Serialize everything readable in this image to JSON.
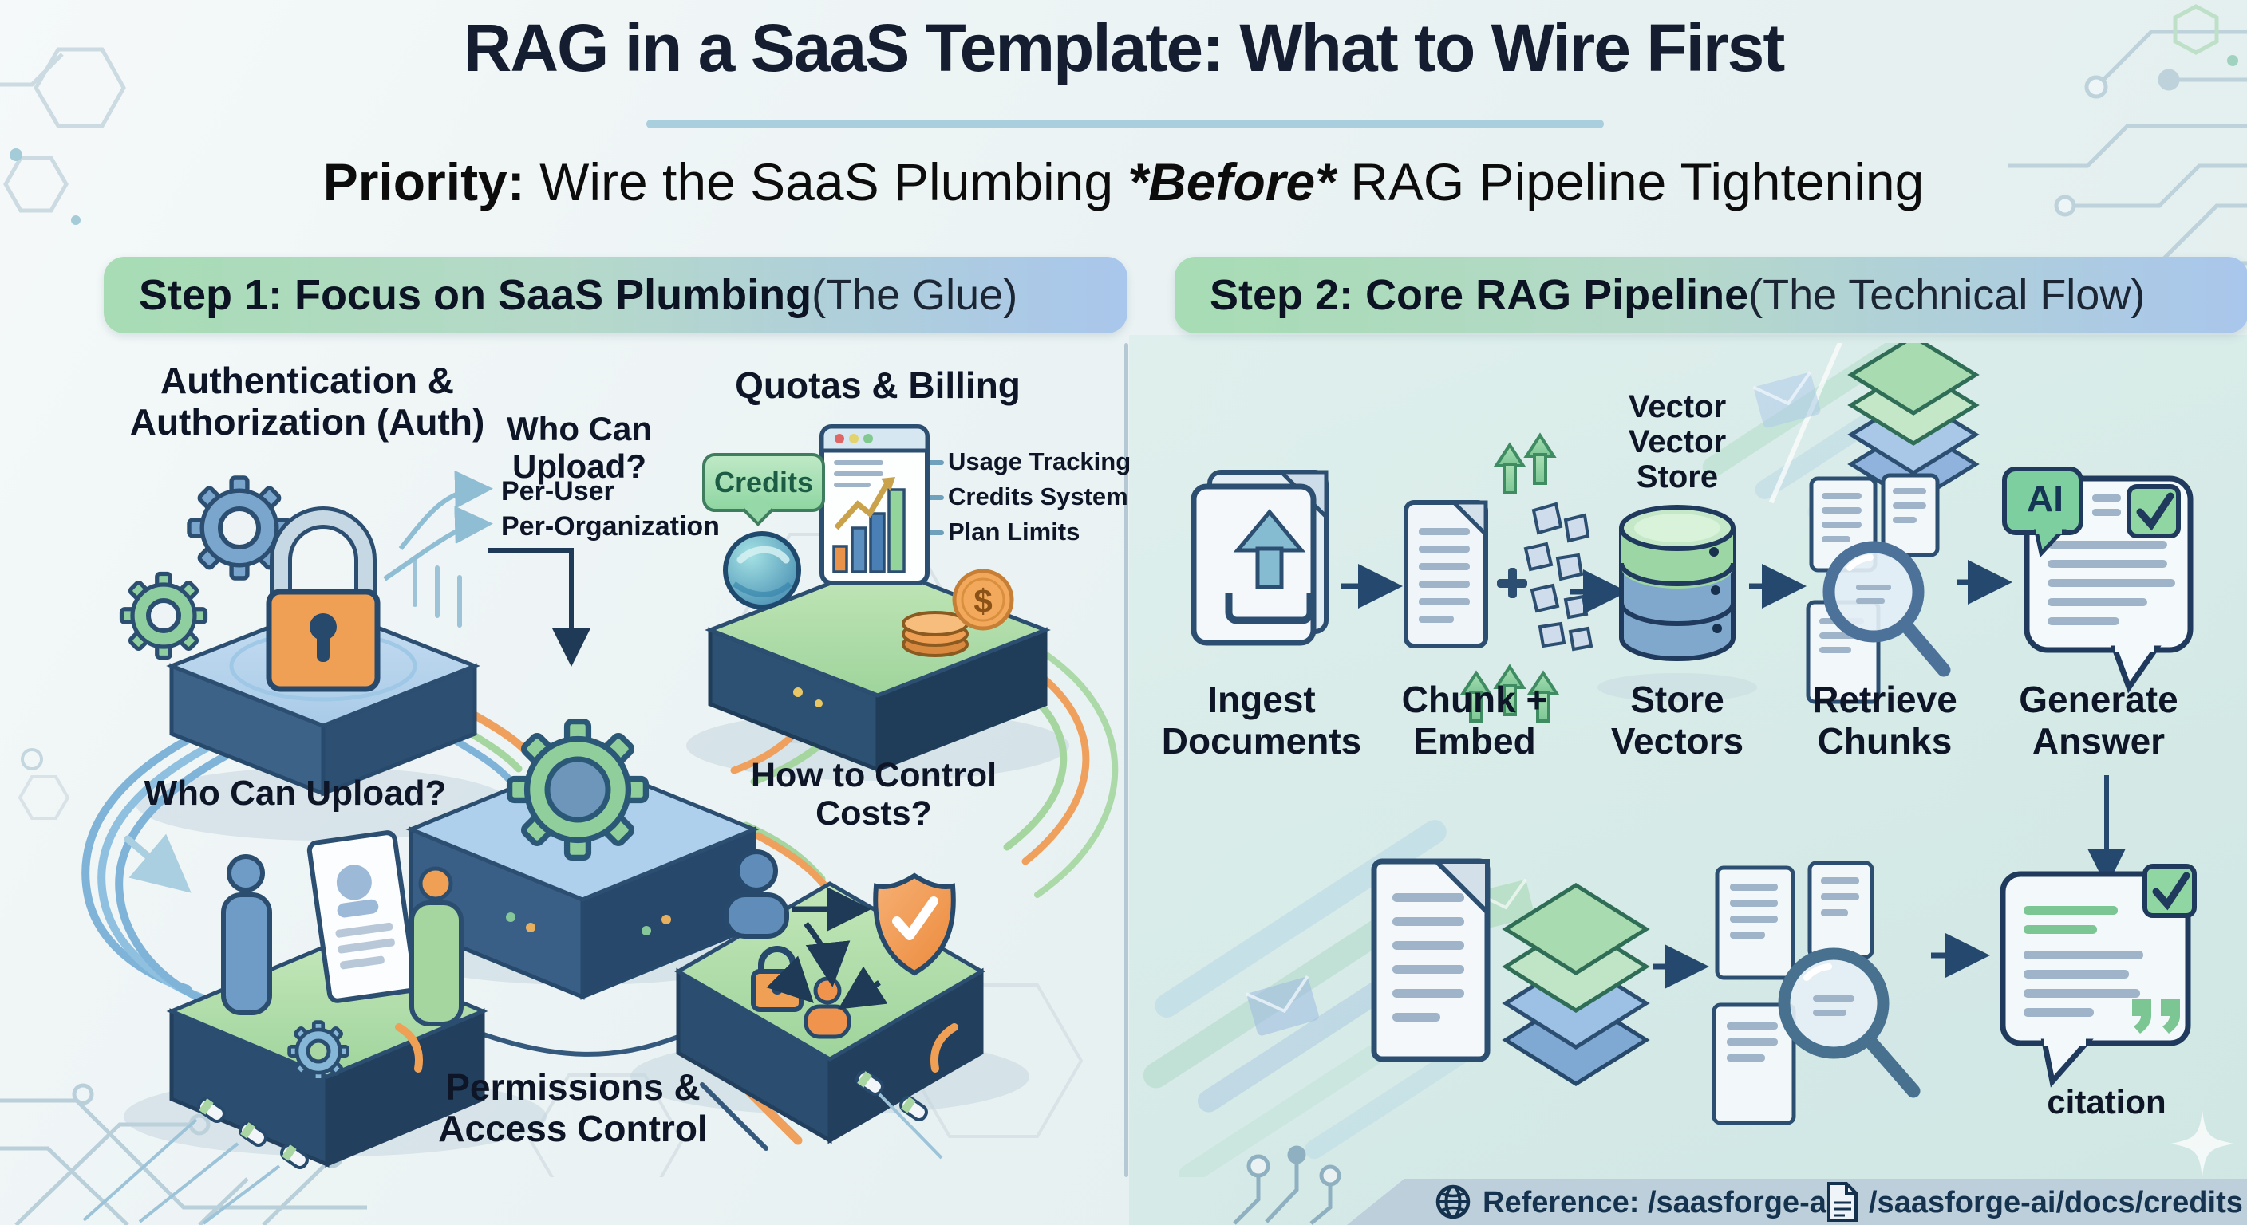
{
  "header": {
    "title": "RAG in a SaaS Template: What to Wire First",
    "subtitle_lead": "Priority:",
    "subtitle_mid": " Wire the SaaS Plumbing ",
    "subtitle_emph": "*Before*",
    "subtitle_tail": " RAG Pipeline Tightening"
  },
  "step1": {
    "heading_main": "Step 1: Focus on SaaS Plumbing",
    "heading_paren": " (The Glue)",
    "auth_line1": "Authentication &",
    "auth_line2": "Authorization (Auth)",
    "who_top_line1": "Who Can",
    "who_top_line2": "Upload?",
    "per_user": "Per-User",
    "per_organization": "Per-Organization",
    "quotas_title": "Quotas & Billing",
    "credits_badge": "Credits",
    "billing_points": [
      "Usage Tracking",
      "Credits System",
      "Plan Limits"
    ],
    "who_bottom": "Who Can Upload?",
    "costs_line1": "How to Control",
    "costs_line2": "Costs?",
    "permissions_line1": "Permissions &",
    "permissions_line2": "Access Control",
    "dollar_symbol": "$"
  },
  "step2": {
    "heading_main": "Step 2: Core RAG Pipeline",
    "heading_paren": " (The Technical Flow)",
    "vector_note_line1": "Vector",
    "vector_note_line2": "Vector",
    "vector_note_line3": "Store",
    "pipeline": [
      {
        "line1": "Ingest",
        "line2": "Documents"
      },
      {
        "line1": "Chunk +",
        "line2": "Embed"
      },
      {
        "line1": "Store",
        "line2": "Vectors"
      },
      {
        "line1": "Retrieve",
        "line2": "Chunks"
      },
      {
        "line1": "Generate",
        "line2": "Answer"
      }
    ],
    "ai_badge": "AI",
    "citation_label": "citation"
  },
  "footer": {
    "reference": "Reference: /saasforge-ai",
    "docs_path": "/saasforge-ai/docs/credits"
  },
  "colors": {
    "title_navy": "#141e30",
    "pill_green": "#a7dcb4",
    "pill_blue": "#a9c6ec",
    "underline_blue": "#a9cedd",
    "credits_green": "#8fd6a2",
    "shield_orange": "#f0944d",
    "wire_orange": "#efa05c",
    "wire_green": "#a5d6a0",
    "wire_blue": "#7fb3d8",
    "footer_band": "#bccfda",
    "footer_text": "#15334e"
  }
}
